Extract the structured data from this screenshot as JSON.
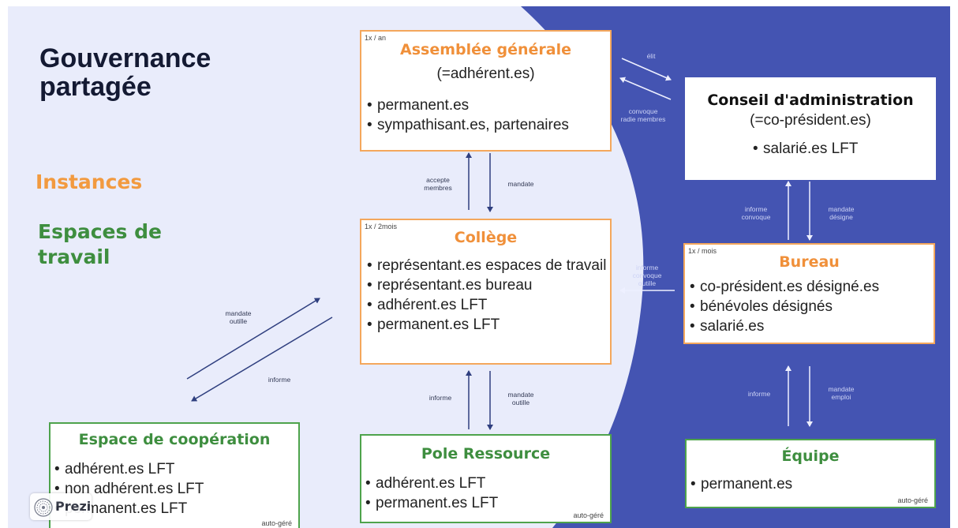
{
  "title": "Gouvernance\npartagée",
  "legend": {
    "instances": "Instances",
    "espaces": "Espaces de travail"
  },
  "boxes": {
    "assemblee": {
      "freq": "1x / an",
      "title": "Assemblée générale",
      "subtitle": "(=adhérent.es)",
      "items": [
        "permanent.es",
        "sympathisant.es, partenaires"
      ]
    },
    "conseil": {
      "title": "Conseil d'administration",
      "subtitle": "(=co-président.es)",
      "items": [
        "salarié.es LFT"
      ]
    },
    "college": {
      "freq": "1x / 2mois",
      "title": "Collège",
      "items": [
        "représentant.es espaces de travail",
        "représentant.es bureau",
        "adhérent.es LFT",
        "permanent.es LFT"
      ]
    },
    "bureau": {
      "freq": "1x / mois",
      "title": "Bureau",
      "items": [
        "co-président.es désigné.es",
        "bénévoles désignés",
        "salarié.es"
      ]
    },
    "espace": {
      "title": "Espace de coopération",
      "items": [
        "adhérent.es LFT",
        "non adhérent.es LFT",
        "permanent.es LFT"
      ],
      "auto": "auto-géré"
    },
    "pole": {
      "title": "Pole Ressource",
      "items": [
        "adhérent.es LFT",
        "permanent.es LFT"
      ],
      "auto": "auto-géré"
    },
    "equipe": {
      "title": "Équipe",
      "items": [
        "permanent.es"
      ],
      "auto": "auto-géré"
    }
  },
  "arrow_labels": {
    "elit": "élit",
    "convoque_radie": "convoque\nradie membres",
    "accepte_membres": "accepte\nmembres",
    "mandate_ag": "mandate",
    "informe_convoque_ca": "informe\nconvoque",
    "mandate_designe": "mandate\ndésigne",
    "informe_convoque_outille": "informe\nconvoque\noutille",
    "mandate_outille_left": "mandate\noutille",
    "informe_left": "informe",
    "informe_pole": "informe",
    "mandate_outille_pole": "mandate\noutille",
    "informe_equipe": "informe",
    "mandate_emploi": "mandate\nemploi"
  },
  "colors": {
    "background_blue": "#4454b2",
    "light_area": "#e9ecfb",
    "instance_orange": "#f29a3f",
    "workspace_green": "#3e8e3f",
    "arrow_dark": "#2f3f7f"
  },
  "icons": {
    "prezi": "prezi-logo-icon"
  },
  "branding": {
    "prezi_label": "Prezi"
  }
}
